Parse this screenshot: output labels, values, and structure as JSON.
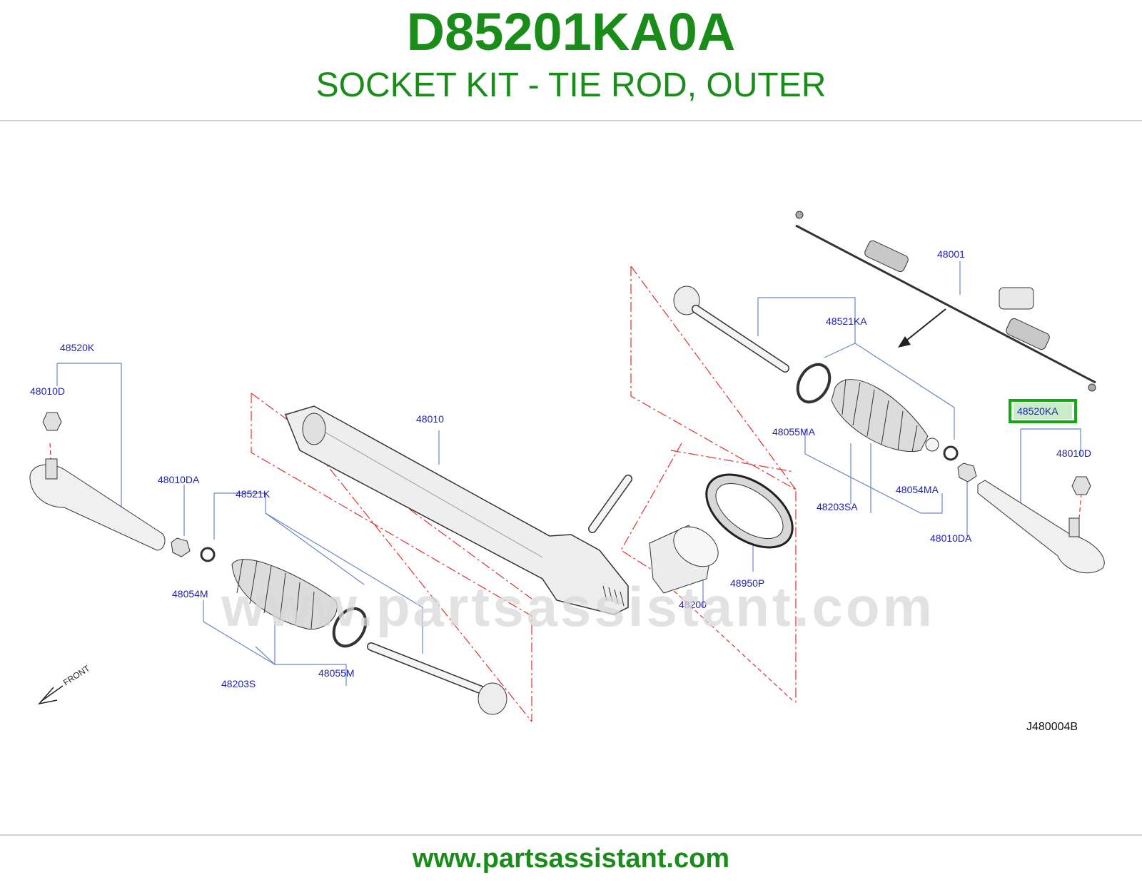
{
  "header": {
    "part_number": "D85201KA0A",
    "part_title": "SOCKET KIT - TIE ROD, OUTER"
  },
  "diagram": {
    "watermark": "www.partsassistant.com",
    "front_label": "FRONT",
    "code": "J480004B",
    "highlight_color": "#11aa11",
    "callouts": {
      "c48001": "48001",
      "c48521KA": "48521KA",
      "c48520K": "48520K",
      "c48010D_left": "48010D",
      "c48010": "48010",
      "c48055MA": "48055MA",
      "c48520KA": "48520KA",
      "c48010D_right": "48010D",
      "c48010DA_left": "48010DA",
      "c48521K": "48521K",
      "c48054MA": "48054MA",
      "c48203SA": "48203SA",
      "c48010DA_right": "48010DA",
      "c48950P": "48950P",
      "c48054M": "48054M",
      "c48200": "48200",
      "c48055M": "48055M",
      "c48203S": "48203S"
    }
  },
  "footer": {
    "url": "www.partsassistant.com"
  },
  "colors": {
    "brand_green": "#1a8c1a",
    "callout_blue": "#1f1fa8",
    "leader_blue": "#6b86c8",
    "dash_red": "#e03030"
  }
}
